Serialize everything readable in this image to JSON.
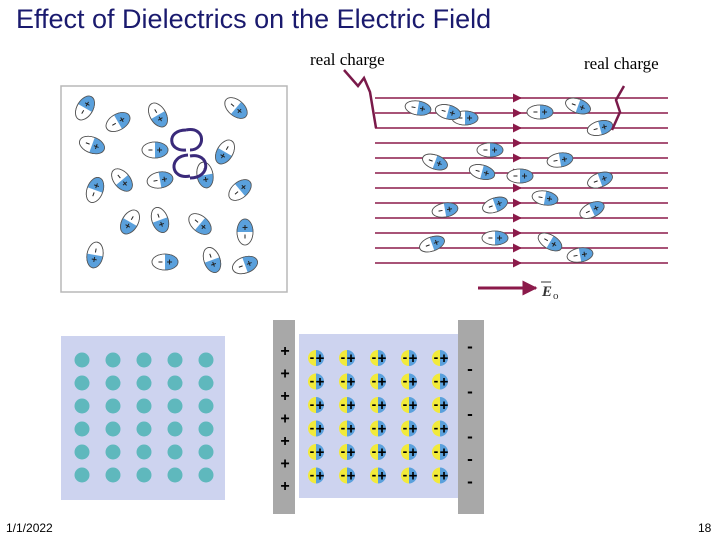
{
  "slide": {
    "title": "Effect of Dielectrics on the Electric Field",
    "label_left": "real charge",
    "label_right": "real charge",
    "field_label": "E",
    "field_subscript": "o",
    "date": "1/1/2022",
    "page_number": "18"
  },
  "colors": {
    "title": "#1a1a6e",
    "field_line": "#8b1a4a",
    "dipole_blue": "#5aa0dc",
    "dipole_white": "#ffffff",
    "plate": "#a8a8a8",
    "grid_bg": "#cdd3ef",
    "teal_dot": "#5fb8bd",
    "yellow_half": "#f2ea3a"
  },
  "capacitor": {
    "left_plate_sign": "+",
    "right_plate_sign": "-",
    "dipole_sign_left": "-",
    "dipole_sign_right": "+"
  }
}
